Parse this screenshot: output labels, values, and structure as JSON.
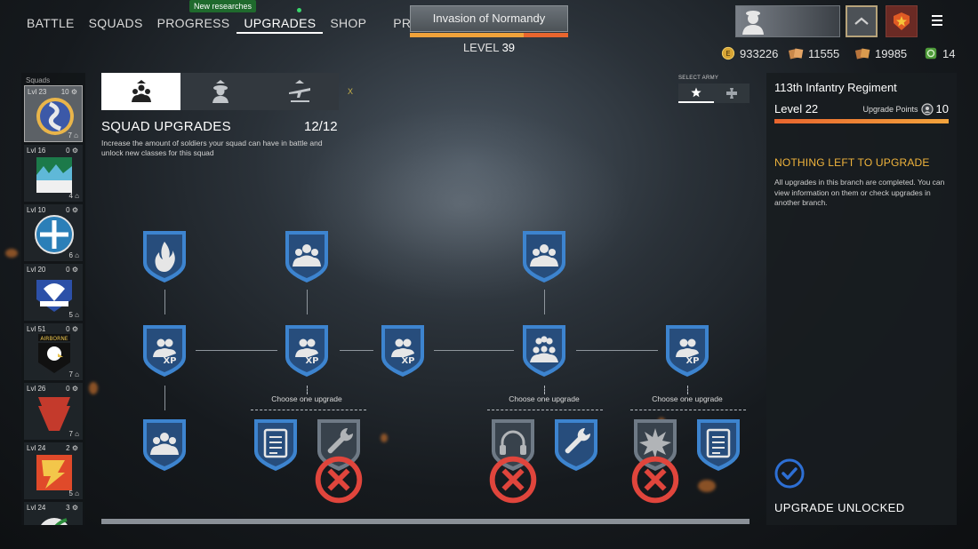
{
  "nav": {
    "items": [
      "BATTLE",
      "SQUADS",
      "PROGRESS",
      "UPGRADES",
      "SHOP",
      "PROGRESS"
    ],
    "active_index": 3,
    "new_badge": "New researches"
  },
  "mission": {
    "title": "Invasion of Normandy",
    "level_label": "LEVEL",
    "level_value": "39",
    "progress_fraction": 0.72
  },
  "currencies": {
    "silver": "933226",
    "orders_a": "11555",
    "orders_b": "19985",
    "tickets": "14"
  },
  "squads": {
    "title": "Squads",
    "cards": [
      {
        "level": "Lvl 23",
        "points": "10",
        "count": "7",
        "emblem": "division-blue-emblem-icon",
        "selected": true
      },
      {
        "level": "Lvl 16",
        "points": "0",
        "count": "4",
        "emblem": "forest-flag-emblem-icon"
      },
      {
        "level": "Lvl 10",
        "points": "0",
        "count": "6",
        "emblem": "cross-circle-emblem-icon"
      },
      {
        "level": "Lvl 20",
        "points": "0",
        "count": "5",
        "emblem": "parachute-emblem-icon"
      },
      {
        "level": "Lvl 51",
        "points": "0",
        "count": "7",
        "emblem": "eagle-airborne-emblem-icon"
      },
      {
        "level": "Lvl 26",
        "points": "0",
        "count": "7",
        "emblem": "keystone-emblem-icon"
      },
      {
        "level": "Lvl 24",
        "points": "2",
        "count": "5",
        "emblem": "lightning-emblem-icon"
      },
      {
        "level": "Lvl 24",
        "points": "3",
        "count": "",
        "emblem": "feather-emblem-icon"
      }
    ]
  },
  "branch_tabs": {
    "icons": [
      "squad-upgrade-icon",
      "soldier-upgrade-icon",
      "weapon-upgrade-icon"
    ],
    "active_index": 0,
    "key_hint": "X"
  },
  "select_army": {
    "label": "SELECT ARMY",
    "armies": [
      "star-icon",
      "iron-cross-icon"
    ],
    "active_index": 0
  },
  "squad_upgrades": {
    "title": "SQUAD UPGRADES",
    "count": "12/12",
    "description": "Increase the amount of soldiers your squad can have in battle and unlock new classes for this squad"
  },
  "tree": {
    "choose_label": "Choose one upgrade",
    "nodes": [
      {
        "id": "flamethrower",
        "icon": "flame-icon",
        "locked": false
      },
      {
        "id": "squad-size-1",
        "icon": "squad-group-icon",
        "locked": false
      },
      {
        "id": "squad-size-2",
        "icon": "squad-group-icon",
        "locked": false
      },
      {
        "id": "xp-1",
        "icon": "squad-xp-icon",
        "locked": false
      },
      {
        "id": "xp-2",
        "icon": "squad-xp-icon",
        "locked": false
      },
      {
        "id": "xp-3",
        "icon": "squad-xp-icon",
        "locked": false
      },
      {
        "id": "big-squad",
        "icon": "large-squad-icon",
        "locked": false
      },
      {
        "id": "xp-4",
        "icon": "squad-xp-icon",
        "locked": false
      },
      {
        "id": "squad-size-3",
        "icon": "squad-group-icon",
        "locked": false
      },
      {
        "id": "list-1",
        "icon": "checklist-icon",
        "locked": false
      },
      {
        "id": "wrench-1",
        "icon": "wrench-icon",
        "locked": true
      },
      {
        "id": "radio-1",
        "icon": "headset-icon",
        "locked": true
      },
      {
        "id": "wrench-2",
        "icon": "wrench-icon",
        "locked": false
      },
      {
        "id": "explosion-1",
        "icon": "explosion-icon",
        "locked": true
      },
      {
        "id": "list-2",
        "icon": "checklist-icon",
        "locked": false
      }
    ]
  },
  "right_panel": {
    "squad_name": "113th Infantry Regiment",
    "level": "Level 22",
    "upgrade_points_label": "Upgrade Points",
    "upgrade_points_value": "10",
    "progress_fraction": 1.0,
    "nothing_left": "NOTHING LEFT TO UPGRADE",
    "description": "All upgrades in this branch are completed. You can view information on them or check upgrades in another branch.",
    "status": "UPGRADE UNLOCKED"
  },
  "colors": {
    "accent_orange": "#e8652e",
    "accent_yellow": "#f0b43c",
    "shield_blue": "#2f6fb4",
    "check_blue": "#2d6fd4"
  }
}
